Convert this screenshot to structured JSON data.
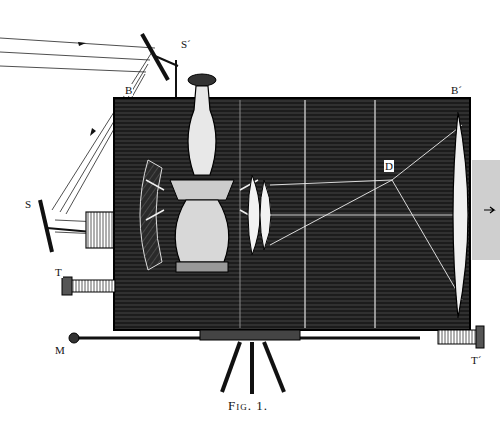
{
  "diagram": {
    "caption": "Fig. 1.",
    "labels": [
      "S´",
      "B",
      "B´",
      "S",
      "T",
      "M",
      "T´",
      "D"
    ]
  }
}
